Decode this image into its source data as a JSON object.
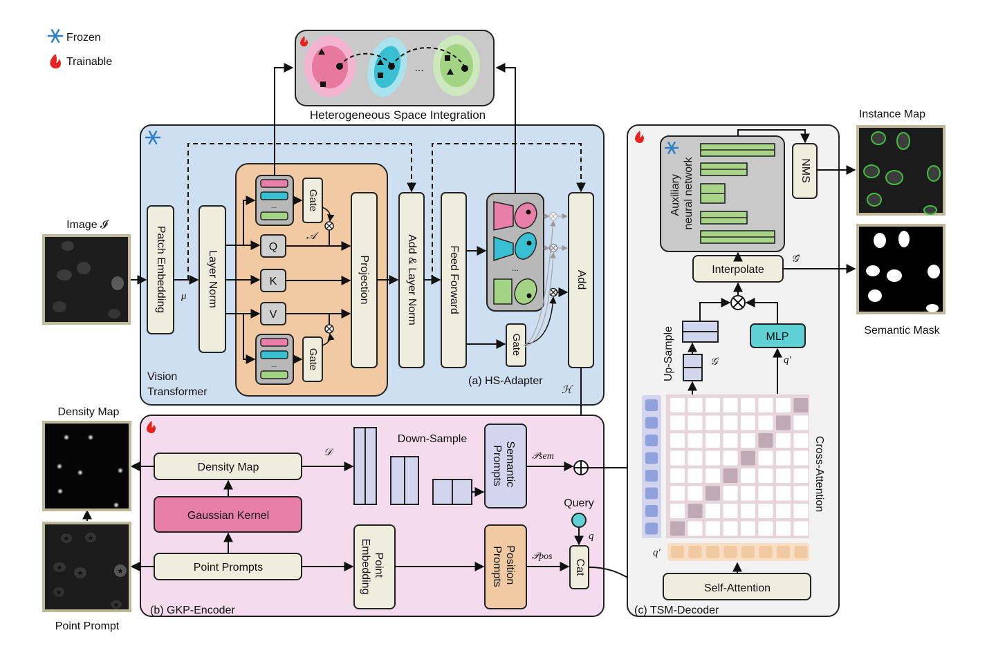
{
  "legend": {
    "frozen": "Frozen",
    "trainable": "Trainable"
  },
  "top": {
    "title": "Heterogeneous Space Integration",
    "dots": "..."
  },
  "vit": {
    "label_line1": "Vision",
    "label_line2": "Transformer",
    "patch_embedding": "Patch Embedding",
    "layer_norm": "Layer Norm",
    "q": "Q",
    "k": "K",
    "v": "V",
    "gate": "Gate",
    "attn_symbol": "𝒜",
    "projection": "Projection",
    "add_layer_norm": "Add & Layer Norm",
    "feed_forward": "Feed Forward",
    "add": "Add",
    "hs_adapter": "(a) HS-Adapter",
    "h_symbol": "ℋ",
    "mu": "μ",
    "ellipsis": "..."
  },
  "inputs": {
    "image_label": "Image 𝓘"
  },
  "gkp": {
    "label": "(b) GKP-Encoder",
    "density_map": "Density Map",
    "gaussian_kernel": "Gaussian Kernel",
    "point_prompts": "Point Prompts",
    "down_sample": "Down-Sample",
    "d_symbol": "𝒟",
    "semantic_prompts_1": "Semantic",
    "semantic_prompts_2": "Prompts",
    "point_embedding_1": "Point",
    "point_embedding_2": "Embedding",
    "position_prompts_1": "Position",
    "position_prompts_2": "Prompts",
    "p_sem": "𝒫sem",
    "p_pos": "𝒫pos",
    "query": "Query",
    "q": "q",
    "cat": "Cat"
  },
  "left": {
    "density_title": "Density Map",
    "point_prompt_title": "Point Prompt"
  },
  "tsm": {
    "label": "(c) TSM-Decoder",
    "aux_1": "Auxiliary",
    "aux_2": "neural network",
    "nms": "NMS",
    "interpolate": "Interpolate",
    "g_hat": "𝒢̂",
    "mlp": "MLP",
    "q_prime": "q′",
    "up_sample": "Up-Sample",
    "g_symbol": "𝒢",
    "cross_attention": "Cross-Attention",
    "self_attention": "Self-Attention"
  },
  "outputs": {
    "instance_map": "Instance Map",
    "semantic_mask": "Semantic Mask"
  },
  "colors": {
    "blue_panel": "#cddff1",
    "pink_panel": "#f4dcee",
    "gray_panel": "#f2f2f2",
    "orange_block": "#f1c9a3",
    "cream": "#eeeedf",
    "pink_box": "#e87fa8",
    "cyan": "#5fd0d4",
    "green_bar": "#a8d58a",
    "purple": "#d3d5ee"
  }
}
